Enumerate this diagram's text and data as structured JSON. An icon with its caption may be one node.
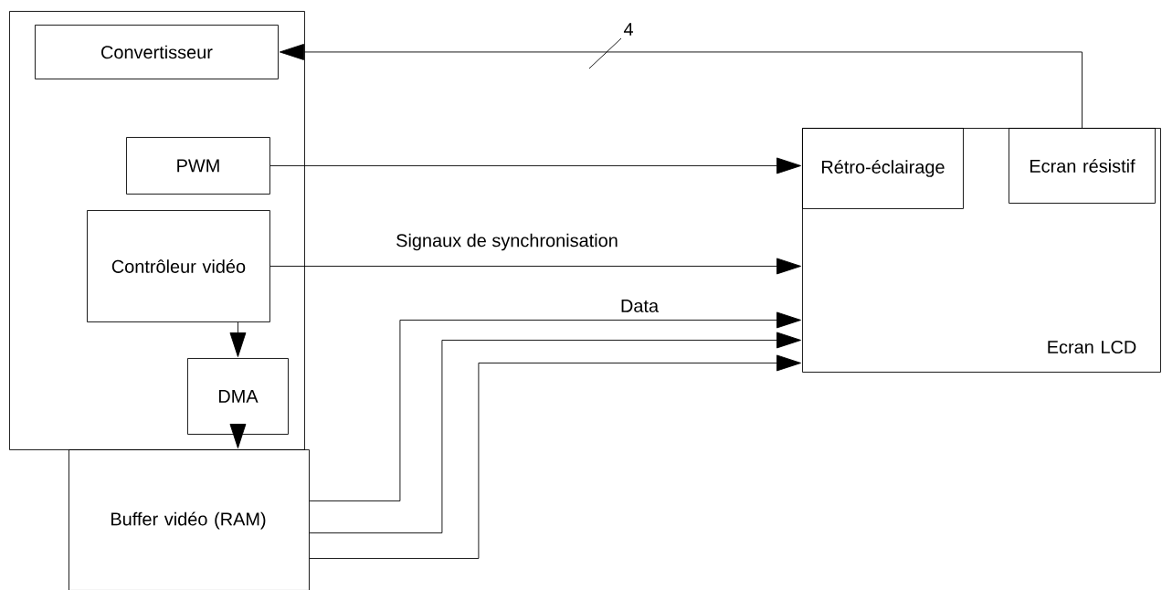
{
  "diagram": {
    "nodes": [
      {
        "text": [],
        "shape": "box"
      },
      {
        "text": [
          "Convertisseur"
        ],
        "in": 0
      },
      {
        "text": [
          "PWM"
        ],
        "in": 0
      },
      {
        "text": [
          "Contrôleur vidéo"
        ],
        "in": 0
      },
      {
        "text": [
          "DMA"
        ],
        "in": 0
      },
      {
        "text": [
          "Buffer vidéo (RAM)"
        ]
      },
      {
        "text": [
          "Ecran LCD"
        ]
      },
      {
        "text": [
          "Rétro-éclairage"
        ],
        "in": 6
      },
      {
        "text": [
          "Ecran résistif"
        ],
        "in": 6
      }
    ],
    "edges": [
      {
        "from": 8,
        "to": 1,
        "arrow": "to",
        "label": "4"
      },
      {
        "from": 2,
        "to": 7,
        "arrow": "to"
      },
      {
        "from": 3,
        "to": 6,
        "arrow": "to",
        "label": "Signaux de synchronisation"
      },
      {
        "from": 3,
        "to": 4,
        "arrow": "to"
      },
      {
        "from": 4,
        "to": 5,
        "arrow": "to"
      },
      {
        "from": 5,
        "to": 6,
        "arrow": "to",
        "label": "Data"
      },
      {
        "from": 5,
        "to": 6,
        "arrow": "to"
      },
      {
        "from": 5,
        "to": 6,
        "arrow": "to"
      }
    ]
  }
}
